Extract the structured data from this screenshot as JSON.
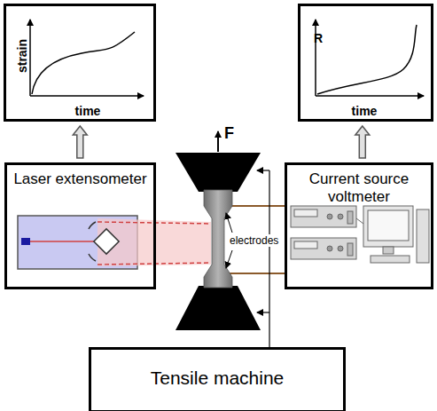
{
  "diagram": {
    "nodes": [
      {
        "text": [
          "strain",
          "time"
        ]
      },
      {
        "text": [
          "R",
          "time"
        ]
      },
      {
        "text": [
          "Laser extensometer"
        ]
      },
      {
        "text": [
          "Current source voltmeter"
        ]
      },
      {
        "text": [
          "Tensile machine"
        ]
      }
    ],
    "edges": [
      {
        "from": 2,
        "to": 0,
        "arrow": "to"
      },
      {
        "from": 3,
        "to": 1,
        "arrow": "to"
      }
    ],
    "labels": [
      "F",
      "electrodes"
    ]
  }
}
